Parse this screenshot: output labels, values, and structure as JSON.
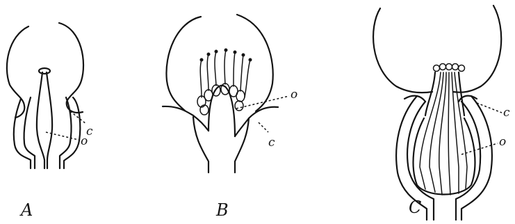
{
  "figures": [
    {
      "caption": "A",
      "labels": {
        "c": "c",
        "o": "o"
      }
    },
    {
      "caption": "B",
      "labels": {
        "c": "c",
        "o": "o"
      }
    },
    {
      "caption": "C",
      "labels": {
        "c": "c",
        "o": "o"
      }
    }
  ]
}
